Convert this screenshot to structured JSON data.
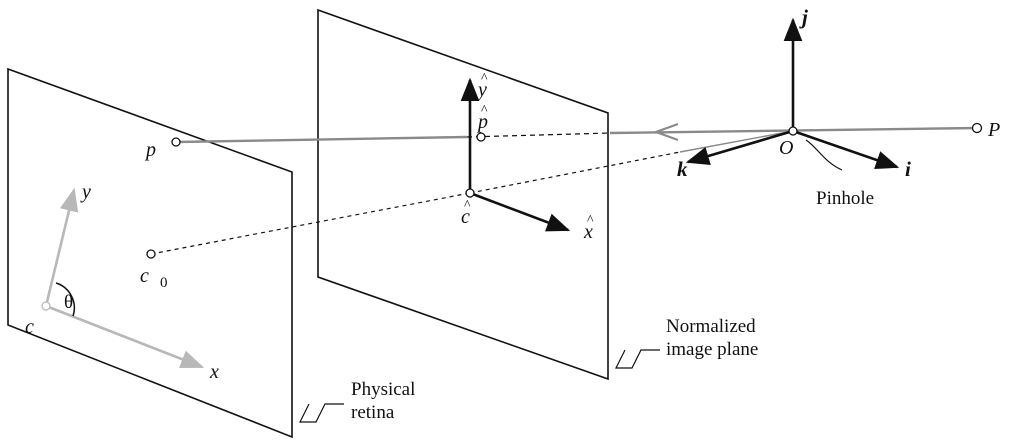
{
  "labels": {
    "p": "p",
    "p_hat": "p",
    "P": "P",
    "O": "O",
    "i": "i",
    "j": "j",
    "k": "k",
    "x": "x",
    "y": "y",
    "x_hat": "x",
    "y_hat": "y",
    "c": "c",
    "c_hat": "c",
    "c0_c": "c",
    "c0_sub": "0",
    "theta": "θ",
    "hat": "^"
  },
  "captions": {
    "pinhole": "Pinhole",
    "normalized_line1": "Normalized",
    "normalized_line2": "image plane",
    "physical_line1": "Physical",
    "physical_line2": "retina"
  },
  "colors": {
    "stroke": "#111111",
    "gray_axis": "#b8b8b8",
    "ray": "#8a8a8a"
  }
}
